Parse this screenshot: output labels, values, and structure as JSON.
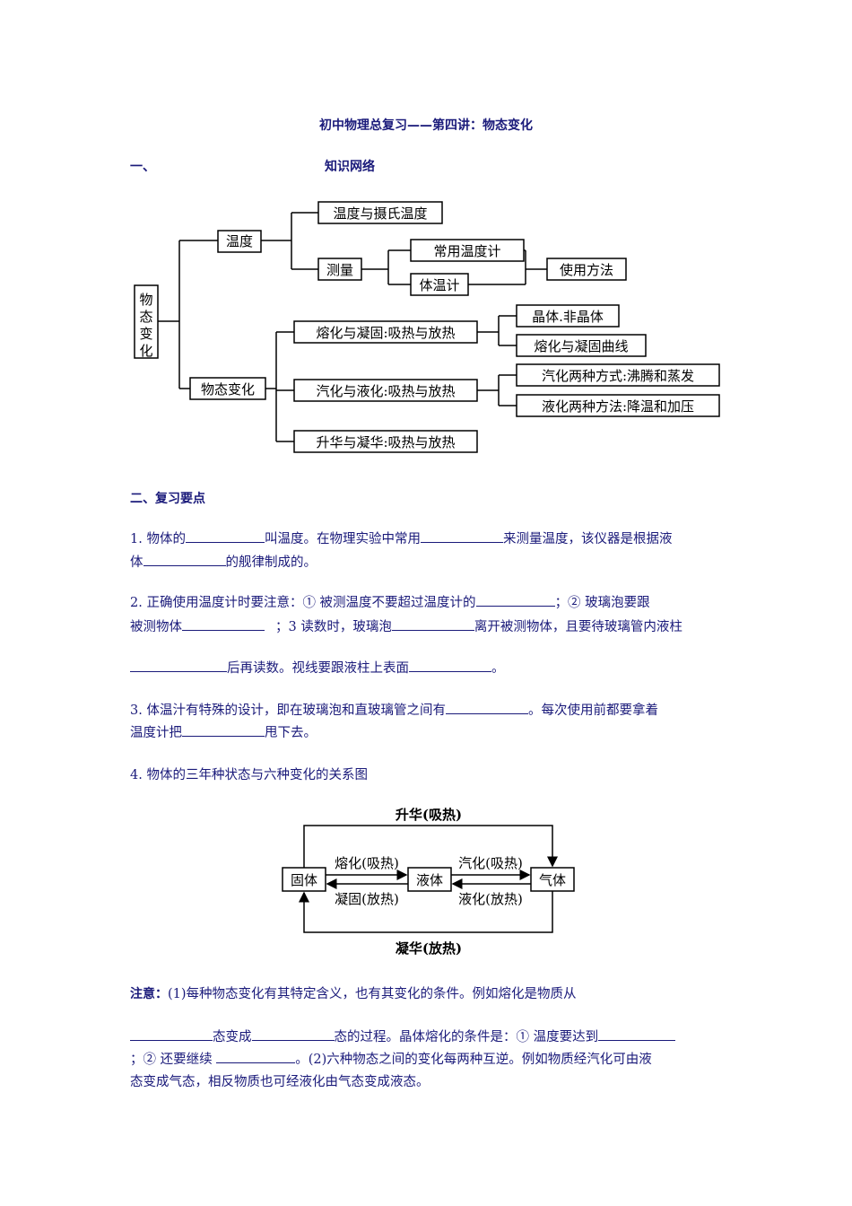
{
  "title": "初中物理总复习——第四讲：物态变化",
  "section1": {
    "number": "一、",
    "label": "知识网络"
  },
  "mindmap": {
    "root": "物态变化",
    "wendu": "温度",
    "wendu_sheshi": "温度与摄氏温度",
    "celiang": "测量",
    "changyong": "常用温度计",
    "tiwenji": "体温计",
    "shiyong": "使用方法",
    "wutai": "物态变化",
    "ronghua": "熔化与凝固:吸热与放热",
    "qihua": "汽化与液化:吸热与放热",
    "shenghua": "升华与凝华:吸热与放热",
    "jingti": "晶体.非晶体",
    "quxian": "熔化与凝固曲线",
    "qihua_fangshi": "汽化两种方式:沸腾和蒸发",
    "yehua_fangfa": "液化两种方法:降温和加压"
  },
  "section2": {
    "label": "二、复习要点"
  },
  "q1": {
    "a": "1. 物体的",
    "b": "叫温度。在物理实验中常用",
    "c": "来测量温度，该仪器是根据液",
    "d": "体",
    "e": "的舰律制成的。"
  },
  "q2": {
    "a": "2. 正确使用温度计时要注意：①  被测温度不要超过温度计的",
    "b": "；②  玻璃泡要跟",
    "c": "被测物体",
    "d": "；3 读数时，玻璃泡",
    "e": "离开被测物体，且要待玻璃管内液柱",
    "f": "后再读数。视线要跟液柱上表面",
    "g": "。"
  },
  "q3": {
    "a": "3. 体温汁有特殊的设计，即在玻璃泡和直玻璃管之间有",
    "b": "。每次使用前都要拿着",
    "c": "温度计把",
    "d": "甩下去。"
  },
  "q4": {
    "a": "4. 物体的三年种状态与六种变化的关系图"
  },
  "states": {
    "solid": "固体",
    "liquid": "液体",
    "gas": "气体",
    "shenghua": "升华(吸热)",
    "ninghua": "凝华(放热)",
    "ronghua": "熔化(吸热)",
    "ninggu": "凝固(放热)",
    "qihua": "汽化(吸热)",
    "yehua": "液化(放热)"
  },
  "note": {
    "label": "注意：",
    "a": "(1)每种物态变化有其特定含义，也有其变化的条件。例如熔化是物质从",
    "b": "态变成",
    "c": "态的过程。晶体熔化的条件是：①  温度要达到",
    "d": "；②  还要继续 ",
    "e": "。(2)六种物态之间的变化每两种互逆。例如物质经汽化可由液",
    "f": "态变成气态，相反物质也可经液化由气态变成液态。"
  }
}
